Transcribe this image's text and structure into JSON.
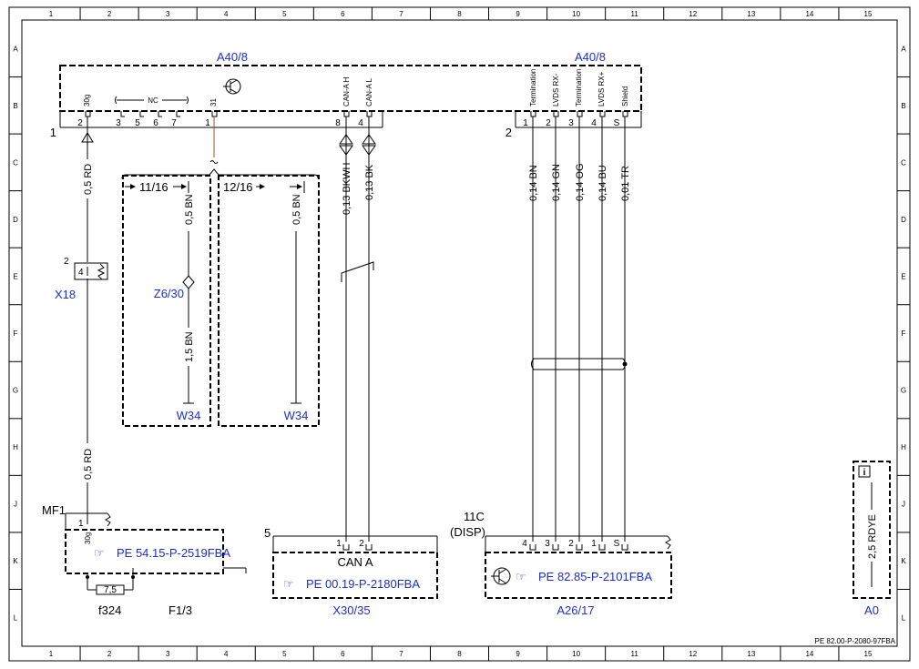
{
  "frame": {
    "columns": [
      "1",
      "2",
      "3",
      "4",
      "5",
      "6",
      "7",
      "8",
      "9",
      "10",
      "11",
      "12",
      "13",
      "14",
      "15"
    ],
    "rows": [
      "A",
      "B",
      "C",
      "D",
      "E",
      "F",
      "G",
      "H",
      "J",
      "K",
      "L"
    ]
  },
  "a40": {
    "title_left": "A40/8",
    "title_right": "A40/8",
    "conn_left": "1",
    "conn_right": "2",
    "pin_30g": "30g",
    "nc": "NC",
    "pin_31": "31",
    "can_h": "CAN-A H",
    "can_l": "CAN-A L",
    "term1": "Termination",
    "lvds_rxm": "LVDS RX-",
    "term2": "Termination",
    "lvds_rxp": "LVDS RX+",
    "shield": "Shield",
    "pins_left": [
      "2",
      "3",
      "5",
      "6",
      "7",
      "1",
      "8",
      "4"
    ],
    "pins_right": [
      "1",
      "2",
      "3",
      "4",
      "S"
    ]
  },
  "wires": {
    "w_30g_top": "0,5 RD",
    "w_30g_bot": "0,5 RD",
    "w_can_h": "0,13 BKWH",
    "w_can_l": "0,13 BK",
    "w_bn": "0,14 BN",
    "w_gn": "0,14 GN",
    "w_og": "0,14 OG",
    "w_bu": "0,14 BU",
    "w_tr": "0,01 TR",
    "w_gnd_a": "0,5 BN",
    "w_gnd_b": "1,5 BN",
    "w_gnd_c": "0,5 BN"
  },
  "ground": {
    "ref1": "11/16",
    "ref2": "12/16",
    "z6": "Z6/30",
    "w34_a": "W34",
    "w34_b": "W34"
  },
  "x18": {
    "pos": "2",
    "pin": "4",
    "label": "X18"
  },
  "mf1": {
    "label": "MF1",
    "pin": "1",
    "pin_name": "30g",
    "ref": "PE 54.15-P-2519FBA",
    "fuse": "7,5",
    "fuse_label": "f324",
    "f13": "F1/3"
  },
  "x30": {
    "pos": "5",
    "pins": [
      "1",
      "2"
    ],
    "name": "CAN A",
    "ref": "PE 00.19-P-2180FBA",
    "label": "X30/35"
  },
  "a26": {
    "pos1": "11C",
    "pos2": "(DISP)",
    "pins": [
      "4",
      "3",
      "2",
      "1",
      "S"
    ],
    "ref": "PE 82.85-P-2101FBA",
    "label": "A26/17"
  },
  "a0": {
    "wire": "2,5 RDYE",
    "label": "A0",
    "info": "i"
  },
  "footer": {
    "doc_id": "PE 82.00-P-2080-97FBA"
  }
}
